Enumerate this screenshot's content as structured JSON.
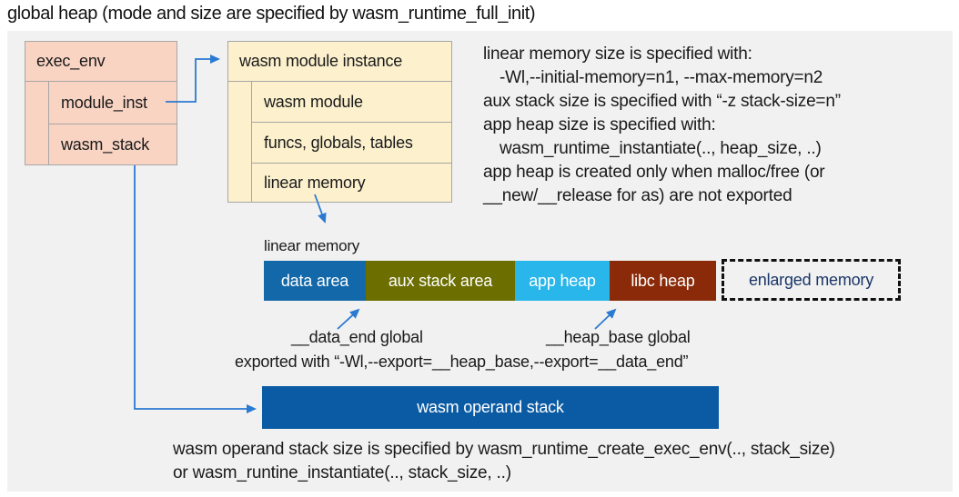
{
  "title": "global heap (mode and size are specified by wasm_runtime_full_init)",
  "colors": {
    "panel_bg": "#f1f1f1",
    "exec_env_fill": "#f9d4c3",
    "module_instance_fill": "#fcf0cd",
    "box_border": "#a6a6a6",
    "data_area": "#1268a9",
    "aux_stack_area": "#6c6e00",
    "app_heap": "#29b6ea",
    "libc_heap": "#8a2a08",
    "operand_stack": "#0b5ba4",
    "arrow": "#2a7ad2",
    "enlarged_memory_text": "#1a3668"
  },
  "exec_env": {
    "title": "exec_env",
    "rows": [
      {
        "label": "module_inst"
      },
      {
        "label": "wasm_stack"
      }
    ]
  },
  "module_instance": {
    "title": "wasm module instance",
    "rows": [
      {
        "label": "wasm module"
      },
      {
        "label": "funcs, globals, tables"
      },
      {
        "label": "linear memory"
      }
    ]
  },
  "notes_right": {
    "lines": [
      {
        "text": "linear memory size is specified with:"
      },
      {
        "text": "-Wl,--initial-memory=n1, --max-memory=n2"
      },
      {
        "text": "aux stack size is specified with “-z stack-size=n”"
      },
      {
        "text": "app heap size is specified with:"
      },
      {
        "text": "wasm_runtime_instantiate(.., heap_size, ..)"
      },
      {
        "text": "app heap is created only when malloc/free (or"
      },
      {
        "text": "__new/__release for as) are not exported"
      }
    ]
  },
  "linear_memory": {
    "label": "linear memory",
    "segments": [
      {
        "name": "data-area",
        "label": "data area",
        "color": "#1268a9"
      },
      {
        "name": "aux-stack-area",
        "label": "aux stack area",
        "color": "#6c6e00"
      },
      {
        "name": "app-heap",
        "label": "app heap",
        "color": "#29b6ea"
      },
      {
        "name": "libc-heap",
        "label": "libc heap",
        "color": "#8a2a08"
      },
      {
        "name": "enlarged-memory",
        "label": "enlarged memory",
        "color": "dashed-outline"
      }
    ]
  },
  "annotations": {
    "data_end": "__data_end global",
    "heap_base": "__heap_base global",
    "exported": "exported with “-Wl,--export=__heap_base,--export=__data_end”"
  },
  "operand_stack": {
    "label": "wasm operand stack"
  },
  "notes_bottom": {
    "lines": [
      {
        "text": "wasm operand stack size is specified by wasm_runtime_create_exec_env(.., stack_size)"
      },
      {
        "text": "or wasm_runtine_instantiate(.., stack_size, ..)"
      }
    ]
  }
}
